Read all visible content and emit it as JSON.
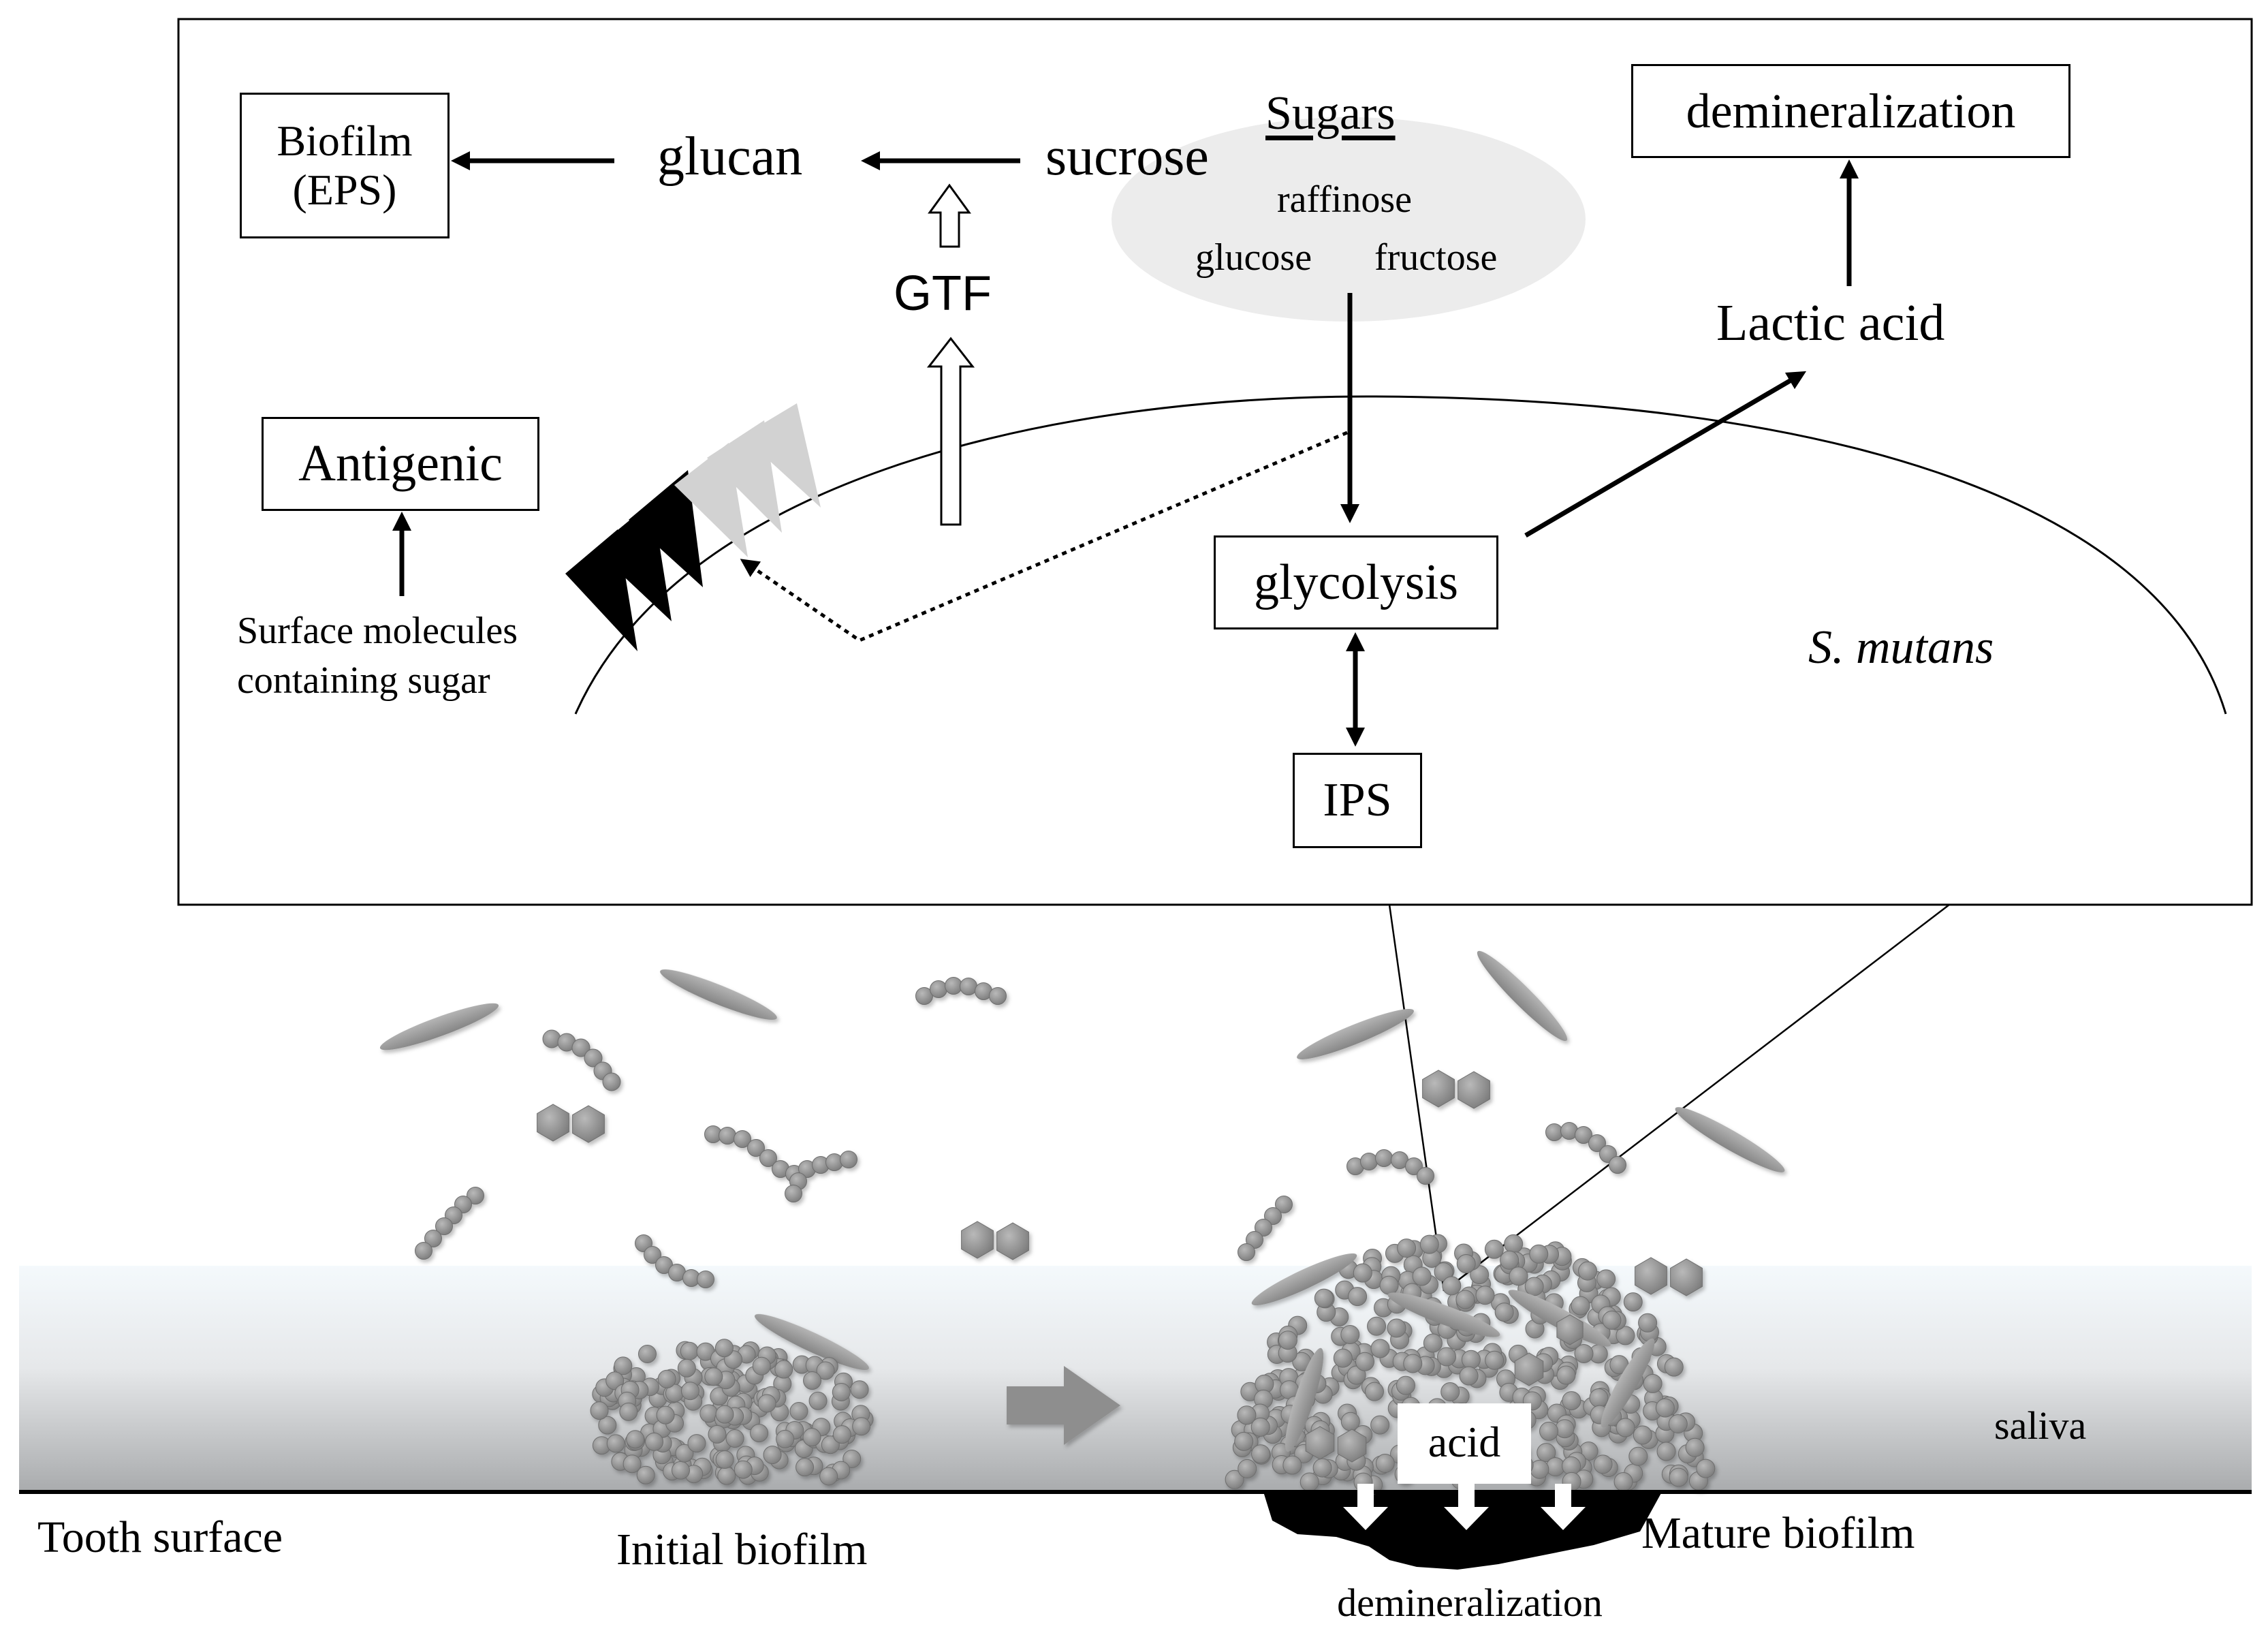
{
  "panel": {
    "biofilm_eps": "Biofilm\n(EPS)",
    "glucan": "glucan",
    "sucrose": "sucrose",
    "sugars_title": "Sugars",
    "raffinose": "raffinose",
    "glucose": "glucose",
    "fructose": "fructose",
    "gtf": "GTF",
    "demineralization": "demineralization",
    "lactic_acid": "Lactic acid",
    "antigenic": "Antigenic",
    "surface_molecules": "Surface molecules\ncontaining sugar",
    "glycolysis": "glycolysis",
    "organism": "S. mutans",
    "ips": "IPS"
  },
  "scene": {
    "acid": "acid",
    "saliva": "saliva",
    "tooth_surface": "Tooth surface",
    "initial_biofilm": "Initial biofilm",
    "mature_biofilm": "Mature biofilm",
    "demineralization_bottom": "demineralization"
  }
}
